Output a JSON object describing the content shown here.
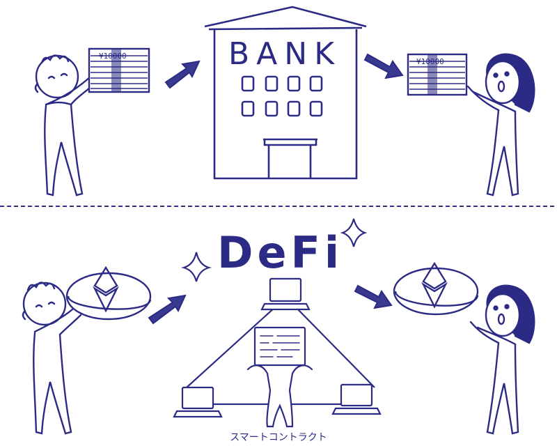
{
  "top": {
    "bank_label": "BANK",
    "money_label": "¥10000"
  },
  "bottom": {
    "defi_label": "DeFi",
    "caption": "スマートコントラクト"
  },
  "colors": {
    "ink": "#2b2a85",
    "ink_fill": "#3a3990"
  }
}
